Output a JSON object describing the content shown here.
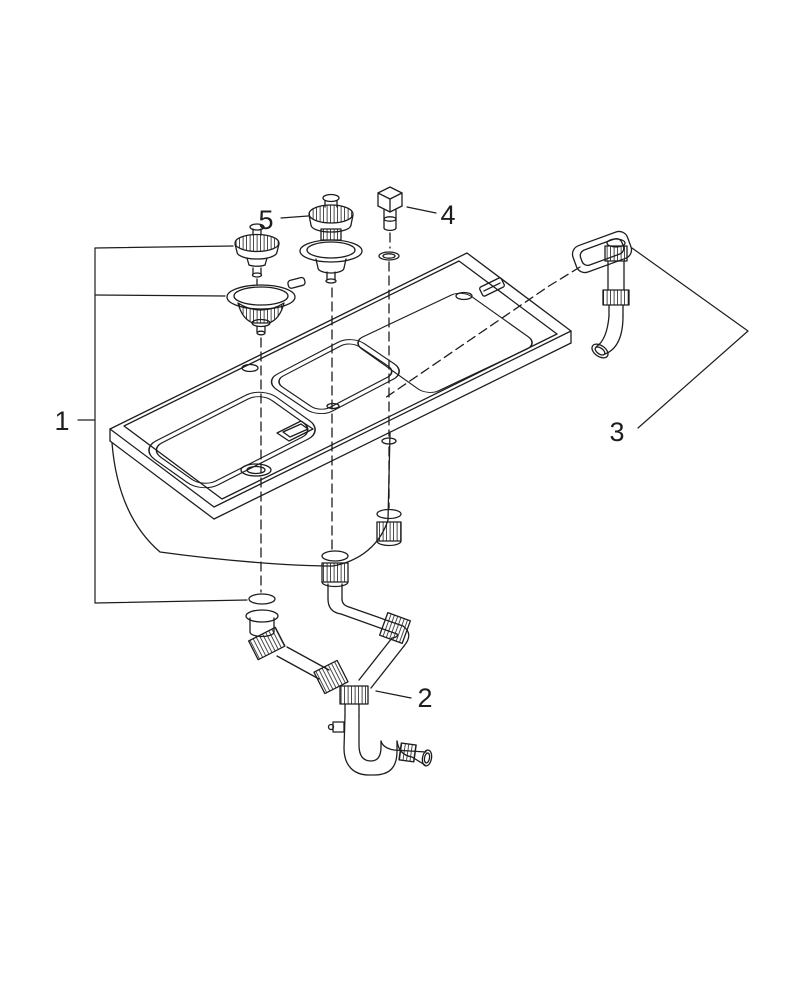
{
  "diagram": {
    "type": "exploded-parts-diagram",
    "colors": {
      "background": "#ffffff",
      "line": "#1d1d1d"
    },
    "callouts": [
      {
        "id": "1",
        "label": "1"
      },
      {
        "id": "2",
        "label": "2"
      },
      {
        "id": "3",
        "label": "3"
      },
      {
        "id": "4",
        "label": "4"
      },
      {
        "id": "5",
        "label": "5"
      }
    ]
  }
}
